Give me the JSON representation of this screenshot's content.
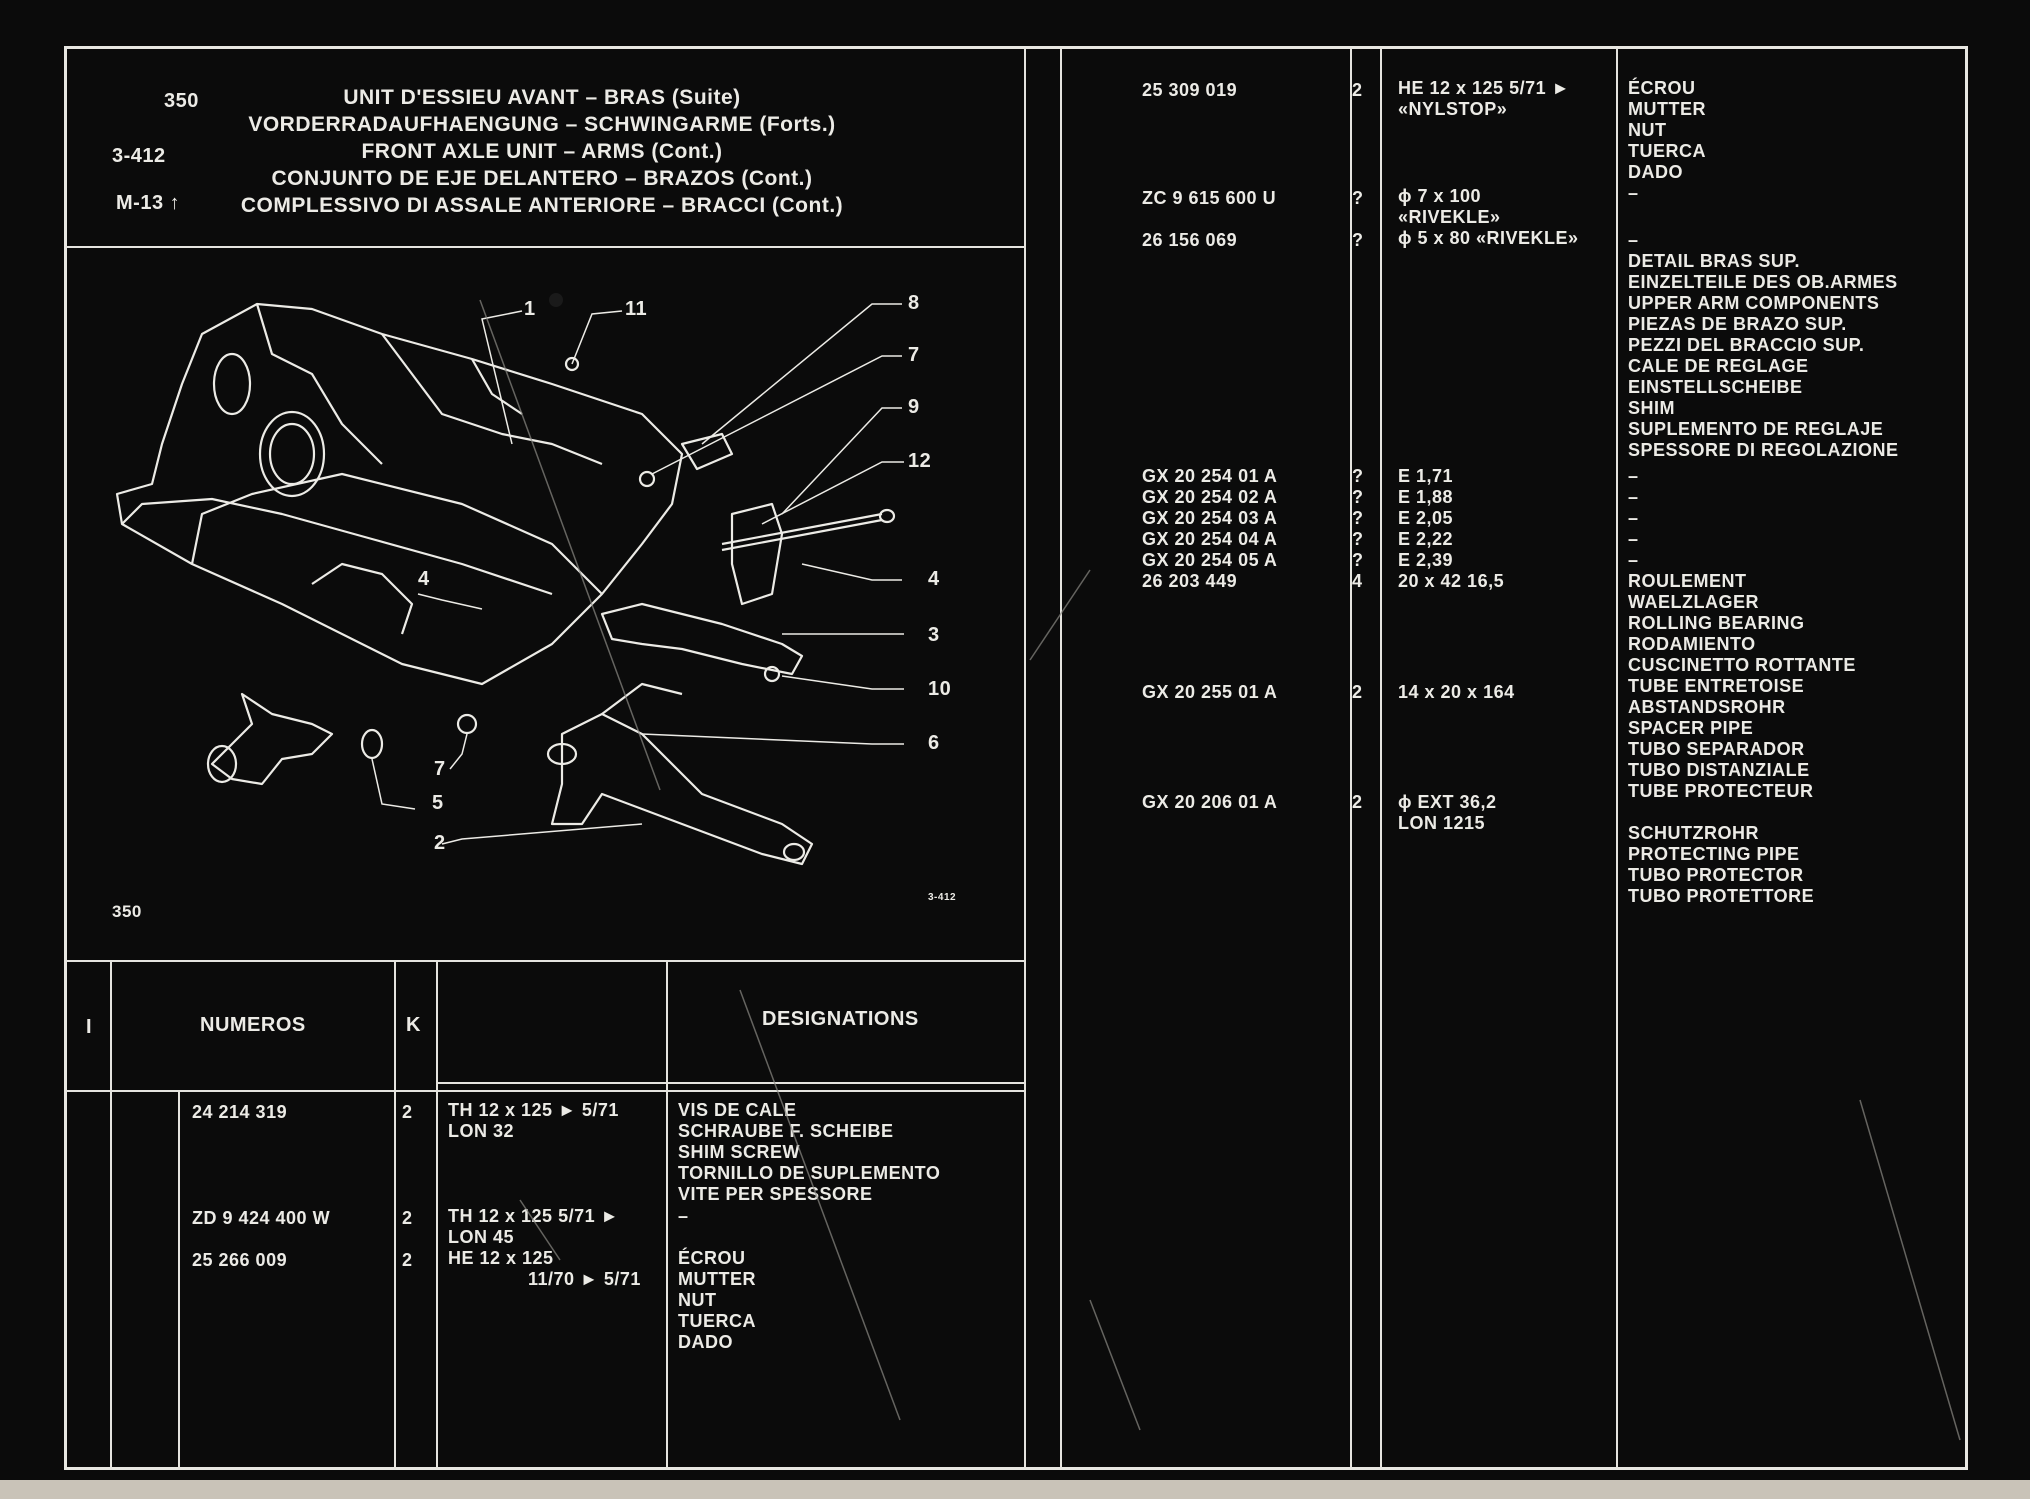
{
  "header": {
    "page_number": "350",
    "figure_ref": "3-412",
    "chapter_ref": "M-13",
    "titles": [
      "UNIT D'ESSIEU AVANT – BRAS (Suite)",
      "VORDERRADAUFHAENGUNG – SCHWINGARME (Forts.)",
      "FRONT AXLE UNIT – ARMS (Cont.)",
      "CONJUNTO DE EJE DELANTERO – BRAZOS (Cont.)",
      "COMPLESSIVO DI ASSALE ANTERIORE – BRACCI (Cont.)"
    ]
  },
  "diagram": {
    "page_label": "350",
    "ref_label": "3-412",
    "callouts": [
      "1",
      "11",
      "8",
      "7",
      "9",
      "12",
      "4",
      "4",
      "3",
      "10",
      "6",
      "7",
      "5",
      "2"
    ]
  },
  "table_header": {
    "col_i": "I",
    "col_numeros": "NUMEROS",
    "col_k": "K",
    "col_designations": "DESIGNATIONS"
  },
  "left_entries": [
    {
      "numero": "24 214 319",
      "k": "2",
      "spec": [
        "TH 12 x 125    ► 5/71",
        "LON 32"
      ],
      "desig": [
        "VIS DE CALE",
        "SCHRAUBE F. SCHEIBE",
        "SHIM SCREW",
        "TORNILLO DE SUPLEMENTO",
        "VITE PER SPESSORE"
      ]
    },
    {
      "numero": "ZD 9 424 400 W",
      "k": "2",
      "spec": [
        "TH 12 x 125    5/71 ►",
        "LON 45"
      ],
      "desig": [
        "–"
      ]
    },
    {
      "numero": "25 266 009",
      "k": "2",
      "spec": [
        "HE 12 x 125",
        "11/70 ► 5/71"
      ],
      "desig": [
        "ÉCROU",
        "MUTTER",
        "NUT",
        "TUERCA",
        "DADO"
      ]
    }
  ],
  "right_entries": [
    {
      "numero": "25 309 019",
      "k": "2",
      "spec": [
        "HE 12 x 125      5/71 ►",
        "«NYLSTOP»"
      ],
      "desig": [
        "ÉCROU",
        "MUTTER",
        "NUT",
        "TUERCA",
        "DADO",
        "–"
      ]
    },
    {
      "numero": "ZC 9 615 600 U",
      "k": "?",
      "spec": [
        "ϕ 7 x 100",
        "«RIVEKLE»"
      ],
      "desig": []
    },
    {
      "numero": "26 156 069",
      "k": "?",
      "spec": [
        "ϕ 5 x 80 «RIVEKLE»"
      ],
      "desig": [
        "–",
        "DETAIL BRAS SUP.",
        "EINZELTEILE DES OB.ARMES",
        "UPPER ARM COMPONENTS",
        "PIEZAS DE BRAZO SUP.",
        "PEZZI DEL BRACCIO SUP.",
        "CALE DE REGLAGE",
        "EINSTELLSCHEIBE",
        "SHIM",
        "SUPLEMENTO DE REGLAJE",
        "SPESSORE DI REGOLAZIONE"
      ]
    },
    {
      "numero": "GX 20 254 01 A",
      "k": "?",
      "spec": [
        "E 1,71"
      ],
      "desig": [
        "–"
      ]
    },
    {
      "numero": "GX 20 254 02 A",
      "k": "?",
      "spec": [
        "E 1,88"
      ],
      "desig": [
        "–"
      ]
    },
    {
      "numero": "GX 20 254 03 A",
      "k": "?",
      "spec": [
        "E 2,05"
      ],
      "desig": [
        "–"
      ]
    },
    {
      "numero": "GX 20 254 04 A",
      "k": "?",
      "spec": [
        "E 2,22"
      ],
      "desig": [
        "–"
      ]
    },
    {
      "numero": "GX 20 254 05 A",
      "k": "?",
      "spec": [
        "E 2,39"
      ],
      "desig": [
        "–"
      ]
    },
    {
      "numero": "26 203 449",
      "k": "4",
      "spec": [
        "20 x 42 16,5"
      ],
      "desig": [
        "ROULEMENT",
        "WAELZLAGER",
        "ROLLING BEARING",
        "RODAMIENTO",
        "CUSCINETTO ROTTANTE",
        "TUBE ENTRETOISE"
      ]
    },
    {
      "numero": "GX 20 255 01 A",
      "k": "2",
      "spec": [
        "14 x 20 x 164"
      ],
      "desig": [
        "ABSTANDSROHR",
        "SPACER PIPE",
        "TUBO SEPARADOR",
        "TUBO DISTANZIALE",
        "TUBE PROTECTEUR"
      ]
    },
    {
      "numero": "GX 20 206 01 A",
      "k": "2",
      "spec": [
        "ϕ EXT 36,2",
        "LON 1215"
      ],
      "desig": [
        "SCHUTZROHR",
        "PROTECTING PIPE",
        "TUBO PROTECTOR",
        "TUBO PROTETTORE"
      ]
    }
  ]
}
